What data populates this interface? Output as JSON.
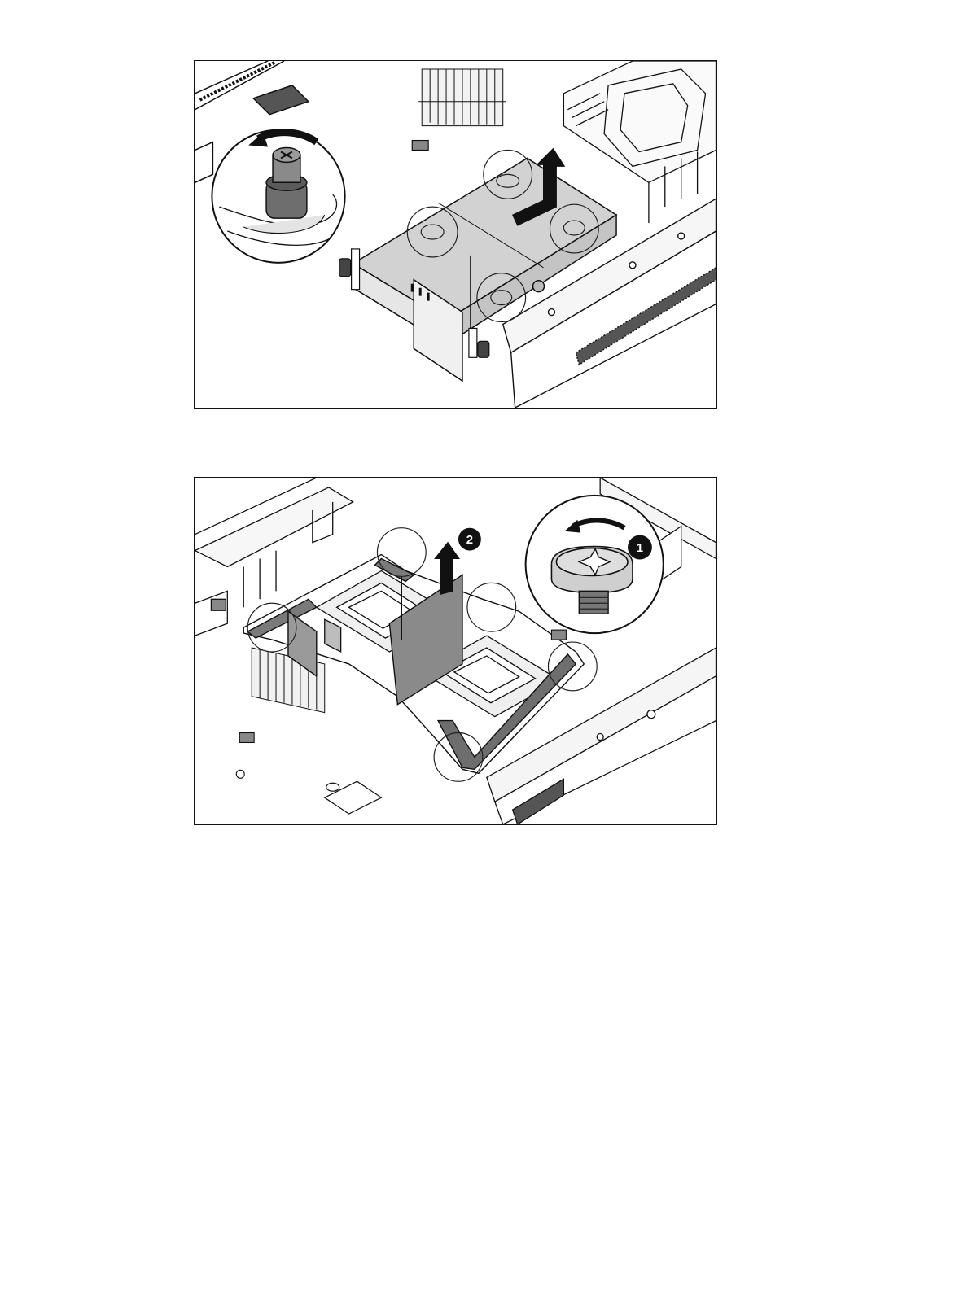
{
  "figures": [
    {
      "id": "air-baffle-removal",
      "callouts": []
    },
    {
      "id": "processor-retention-bracket-removal",
      "callouts": [
        {
          "label": "1"
        },
        {
          "label": "2"
        }
      ]
    }
  ],
  "colors": {
    "line": "#111111",
    "part_fill": "#d0d0d0",
    "dark_fill": "#8c8c8c",
    "arrow": "#111111",
    "callout_badge": "#111111",
    "background": "#ffffff"
  },
  "icons": [
    "counterclockwise-arrow-icon",
    "lift-arrow-icon",
    "thumbscrew-icon",
    "callout-badge-icon"
  ]
}
